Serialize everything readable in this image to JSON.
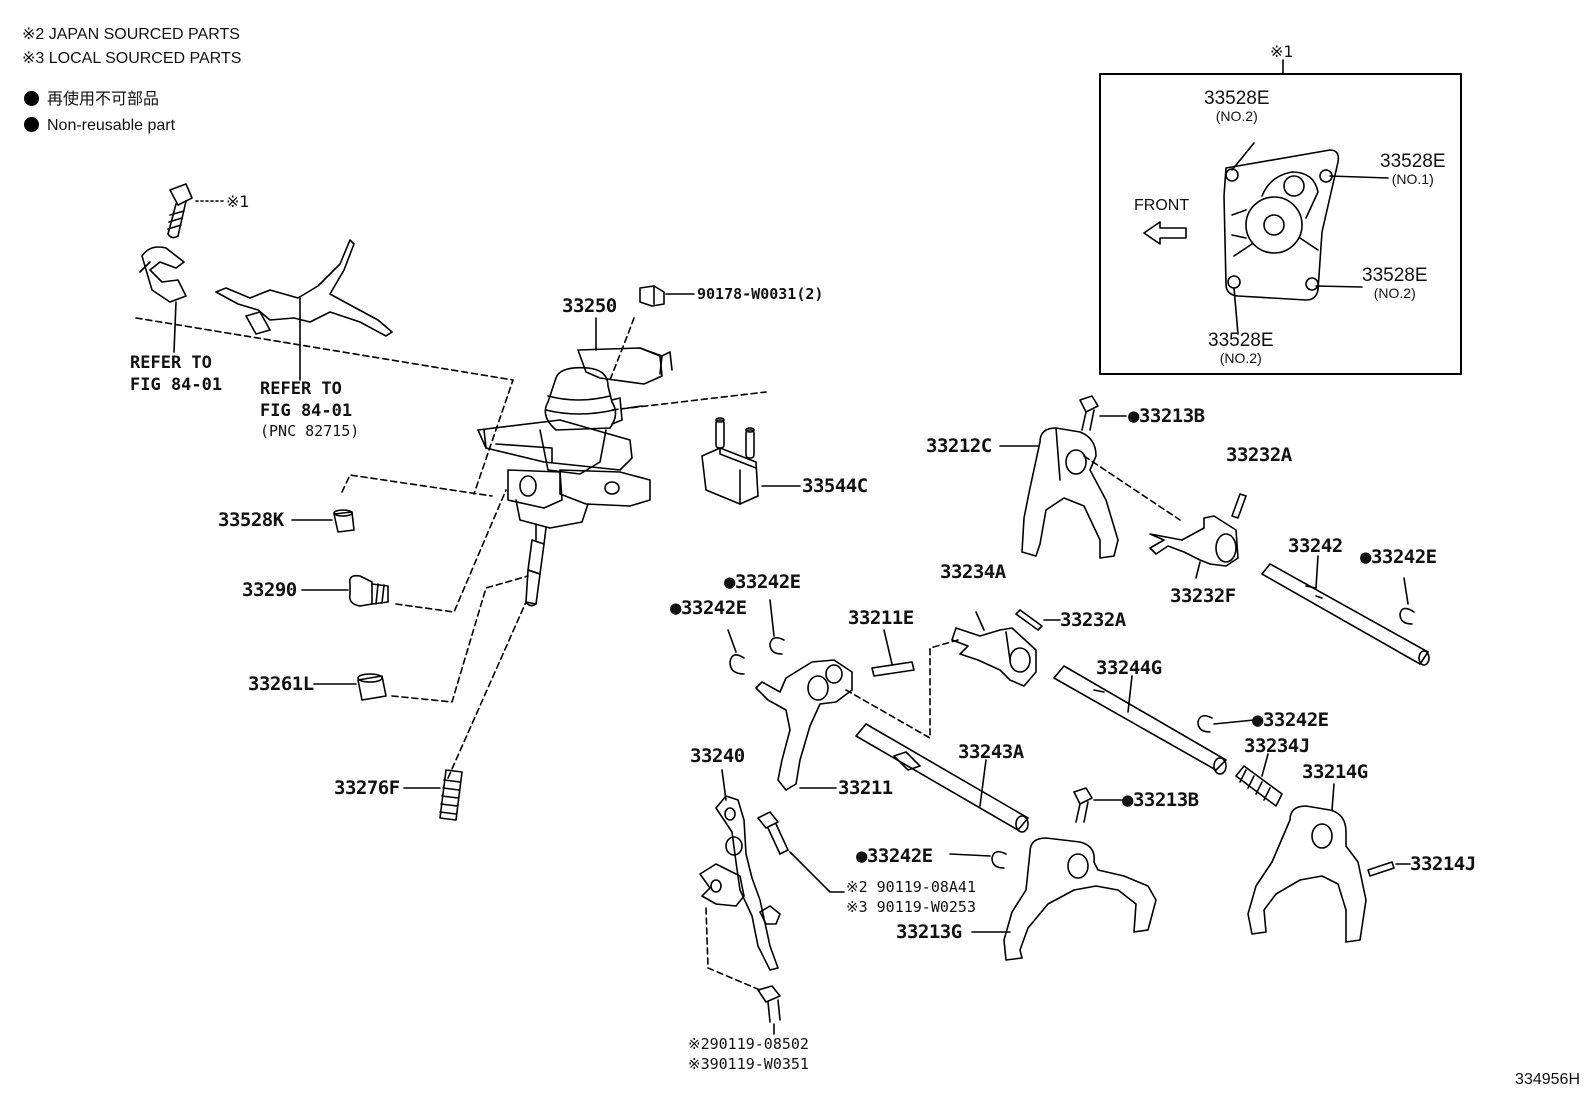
{
  "legend": {
    "japan": "※2 JAPAN SOURCED PARTS",
    "local": "※3 LOCAL SOURCED PARTS",
    "nonreusable_jp": "再使用不可部品",
    "nonreusable_en": "Non-reusable part"
  },
  "refs": {
    "ref1_line1": "REFER TO",
    "ref1_line2": "FIG 84-01",
    "ref2_line1": "REFER TO",
    "ref2_line2": "FIG 84-01",
    "ref2_line3": "(PNC 82715)"
  },
  "inset": {
    "mark": "※1",
    "front": "FRONT",
    "top_left": "33528E",
    "top_left_sub": "(NO.2)",
    "right_top": "33528E",
    "right_top_sub": "(NO.1)",
    "right_bottom": "33528E",
    "right_bottom_sub": "(NO.2)",
    "bottom": "33528E",
    "bottom_sub": "(NO.2)"
  },
  "labels": {
    "bolt_mark": "※1",
    "p90178": "90178-W0031(2)",
    "p33250": "33250",
    "p33544C": "33544C",
    "p33528K": "33528K",
    "p33290": "33290",
    "p33261L": "33261L",
    "p33276F": "33276F",
    "p33213B_top": "●33213B",
    "p33212C": "33212C",
    "p33232A_top": "33232A",
    "p33232F": "33232F",
    "p33242": "33242",
    "p33242E_right": "●33242E",
    "p33234A": "33234A",
    "p33232A_mid": "33232A",
    "p33242E_a": "●33242E",
    "p33242E_b": "●33242E",
    "p33211E": "33211E",
    "p33244G": "33244G",
    "p33242E_mid": "●33242E",
    "p33234J": "33234J",
    "p33240": "33240",
    "p33243A": "33243A",
    "p33211": "33211",
    "p33214G": "33214G",
    "p33213B_low": "●33213B",
    "p33242E_low": "●33242E",
    "p33214J": "33214J",
    "p33213G": "33213G",
    "bolt_a_jp": "※2 90119-08A41",
    "bolt_a_local": "※3 90119-W0253",
    "bolt_b_jp": "※290119-08502",
    "bolt_b_local": "※390119-W0351"
  },
  "figure_number": "334956H"
}
